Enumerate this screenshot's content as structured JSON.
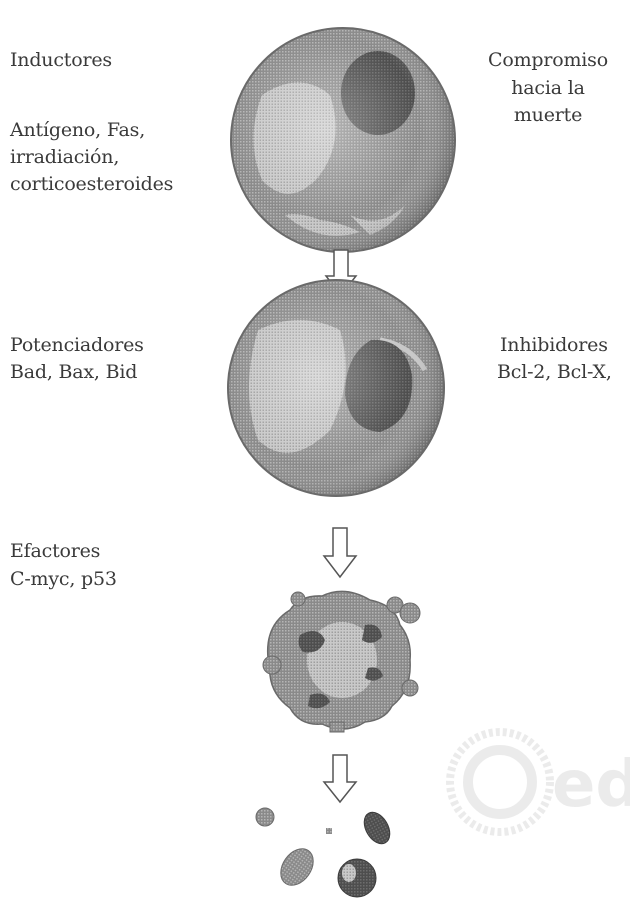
{
  "left_labels": {
    "inducers_title": "Inductores",
    "inducers_items": [
      "Antígeno, Fas,",
      "irradiación,",
      "corticoesteroides"
    ],
    "potentiators_title": "Potenciadores",
    "potentiators_items": "Bad, Bax, Bid",
    "effectors_title": "Efactores",
    "effectors_items": "C-myc, p53"
  },
  "right_labels": {
    "commitment_lines": [
      "Compromiso",
      "hacia la",
      "muerte"
    ],
    "inhibitors_title": "Inhibidores",
    "inhibitors_items": "Bcl-2, Bcl-X,"
  },
  "watermark": {
    "text": "edi",
    "color": "#dcdcdc"
  },
  "colors": {
    "cell_dark": "#6e6e6e",
    "cell_mid": "#9a9a9a",
    "cell_light": "#c8c8c8",
    "nucleus": "#4a4a4a",
    "arrow": "#555555"
  }
}
